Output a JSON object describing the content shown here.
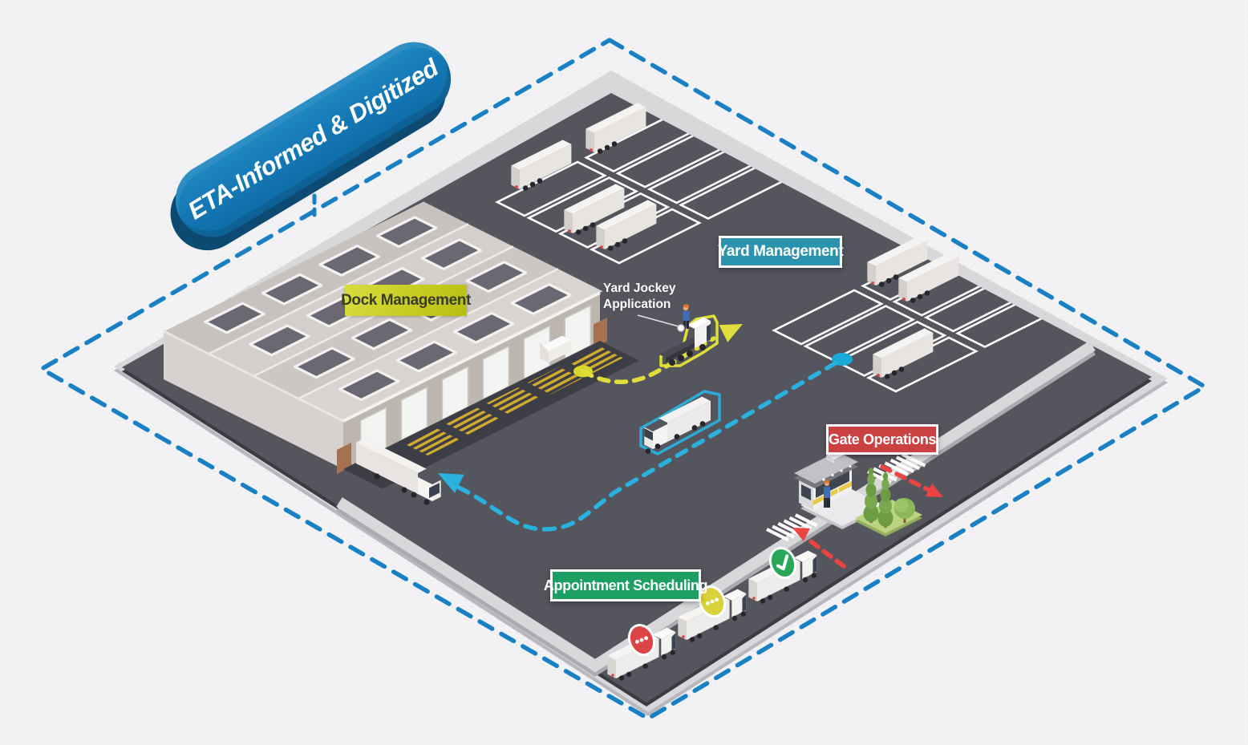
{
  "banner": {
    "label": "ETA-Informed & Digitized"
  },
  "labels": {
    "dock_management": "Dock Management",
    "yard_management": "Yard Management",
    "gate_operations": "Gate Operations",
    "appointment_scheduling": "Appointment Scheduling",
    "yard_jockey_line1": "Yard Jockey",
    "yard_jockey_line2": "Application"
  },
  "colors": {
    "background": "#f2f2f4",
    "boundary_dash": "#1a80c4",
    "pavement": "#54555d",
    "pavement_edge": "#3b3b43",
    "sidewalk": "#d8d8db",
    "sidewalk_edge": "#b7b7bd",
    "stall_line": "#ffffff",
    "banner_face": "#1478b5",
    "banner_side": "#0c4a72",
    "dock_label_bg": "#c6cc21",
    "dock_label_text": "#3b3b2c",
    "yard_label_bg": "#2b93ae",
    "gate_label_bg": "#cb4040",
    "appointment_label_bg": "#1d9e62",
    "label_text": "#ffffff",
    "route_blue": "#2ab1dd",
    "route_yellow": "#e0de3a",
    "route_red": "#ee4343",
    "marker_blue_dot": "#19a9d9",
    "marker_yellow_dot": "#d8d82e",
    "status_waiting": "#dc4545",
    "status_in_review": "#d9d23a",
    "status_confirmed": "#27a857",
    "warehouse_roof": "#d3d0cd",
    "warehouse_wall": "#bdb6ae",
    "hatch_yellow": "#d2ab2e",
    "grass": "#b9d47e",
    "tree_green": "#79a84e"
  },
  "appointment_queue": [
    {
      "status": "waiting",
      "icon": "dots",
      "color_key": "status_waiting"
    },
    {
      "status": "in review",
      "icon": "dots",
      "color_key": "status_in_review"
    },
    {
      "status": "confirmed",
      "icon": "check",
      "color_key": "status_confirmed"
    }
  ],
  "yard": {
    "parked_trailers": 7,
    "queued_trucks": 3,
    "dock_doors": 6
  }
}
